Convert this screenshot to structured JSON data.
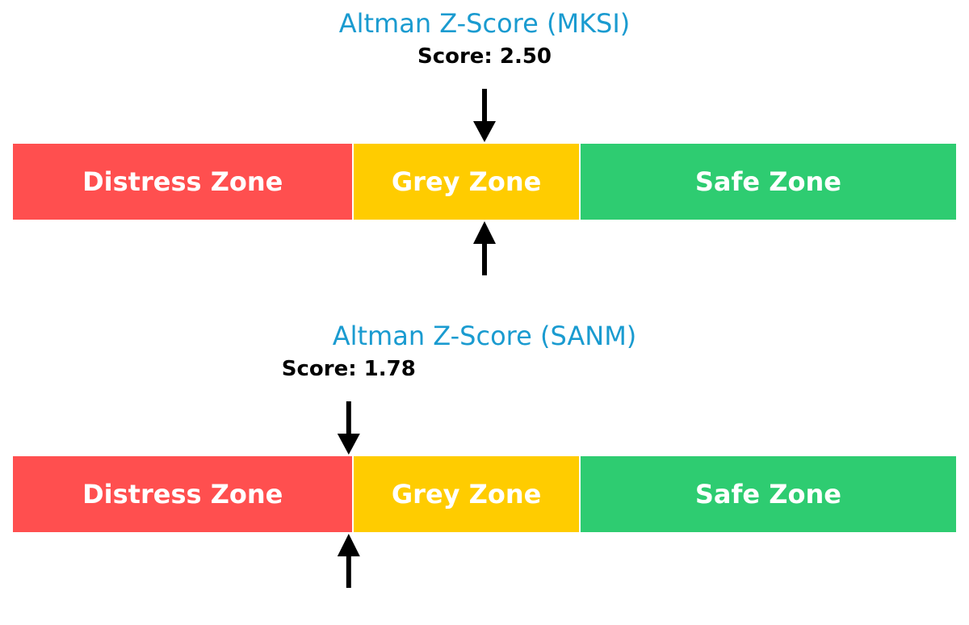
{
  "chart_data": [
    {
      "type": "gauge",
      "title": "Altman Z-Score (MKSI)",
      "score": 2.5,
      "score_label": "Score: 2.50",
      "axis_range": [
        0.0,
        5.0
      ],
      "zones": [
        {
          "label": "Distress Zone",
          "from": 0.0,
          "to": 1.8,
          "color": "#ff4f4f"
        },
        {
          "label": "Grey Zone",
          "from": 1.8,
          "to": 3.0,
          "color": "#ffcc00"
        },
        {
          "label": "Safe Zone",
          "from": 3.0,
          "to": 5.0,
          "color": "#2ecc71"
        }
      ]
    },
    {
      "type": "gauge",
      "title": "Altman Z-Score (SANM)",
      "score": 1.78,
      "score_label": "Score: 1.78",
      "axis_range": [
        0.0,
        5.0
      ],
      "zones": [
        {
          "label": "Distress Zone",
          "from": 0.0,
          "to": 1.8,
          "color": "#ff4f4f"
        },
        {
          "label": "Grey Zone",
          "from": 1.8,
          "to": 3.0,
          "color": "#ffcc00"
        },
        {
          "label": "Safe Zone",
          "from": 3.0,
          "to": 5.0,
          "color": "#2ecc71"
        }
      ]
    }
  ]
}
